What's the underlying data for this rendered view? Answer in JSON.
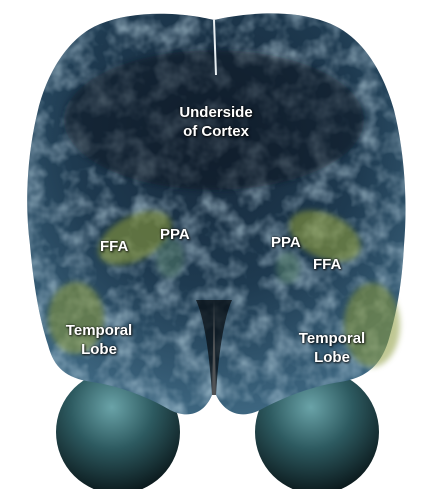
{
  "colors": {
    "background": "#ffffff",
    "cortex_dark": "#0f1c27",
    "cortex_mid": "#2c4a5f",
    "cortex_highlight": "#7fa9c2",
    "region_highlight": "#8a9a3a",
    "sphere": "#3a6a72",
    "label_text": "#ffffff"
  },
  "labels": {
    "underside_line1": "Underside",
    "underside_line2": "of Cortex",
    "ffa_left": "FFA",
    "ppa_left": "PPA",
    "ppa_right": "PPA",
    "ffa_right": "FFA",
    "temporal_left_line1": "Temporal",
    "temporal_left_line2": "Lobe",
    "temporal_right_line1": "Temporal",
    "temporal_right_line2": "Lobe"
  }
}
